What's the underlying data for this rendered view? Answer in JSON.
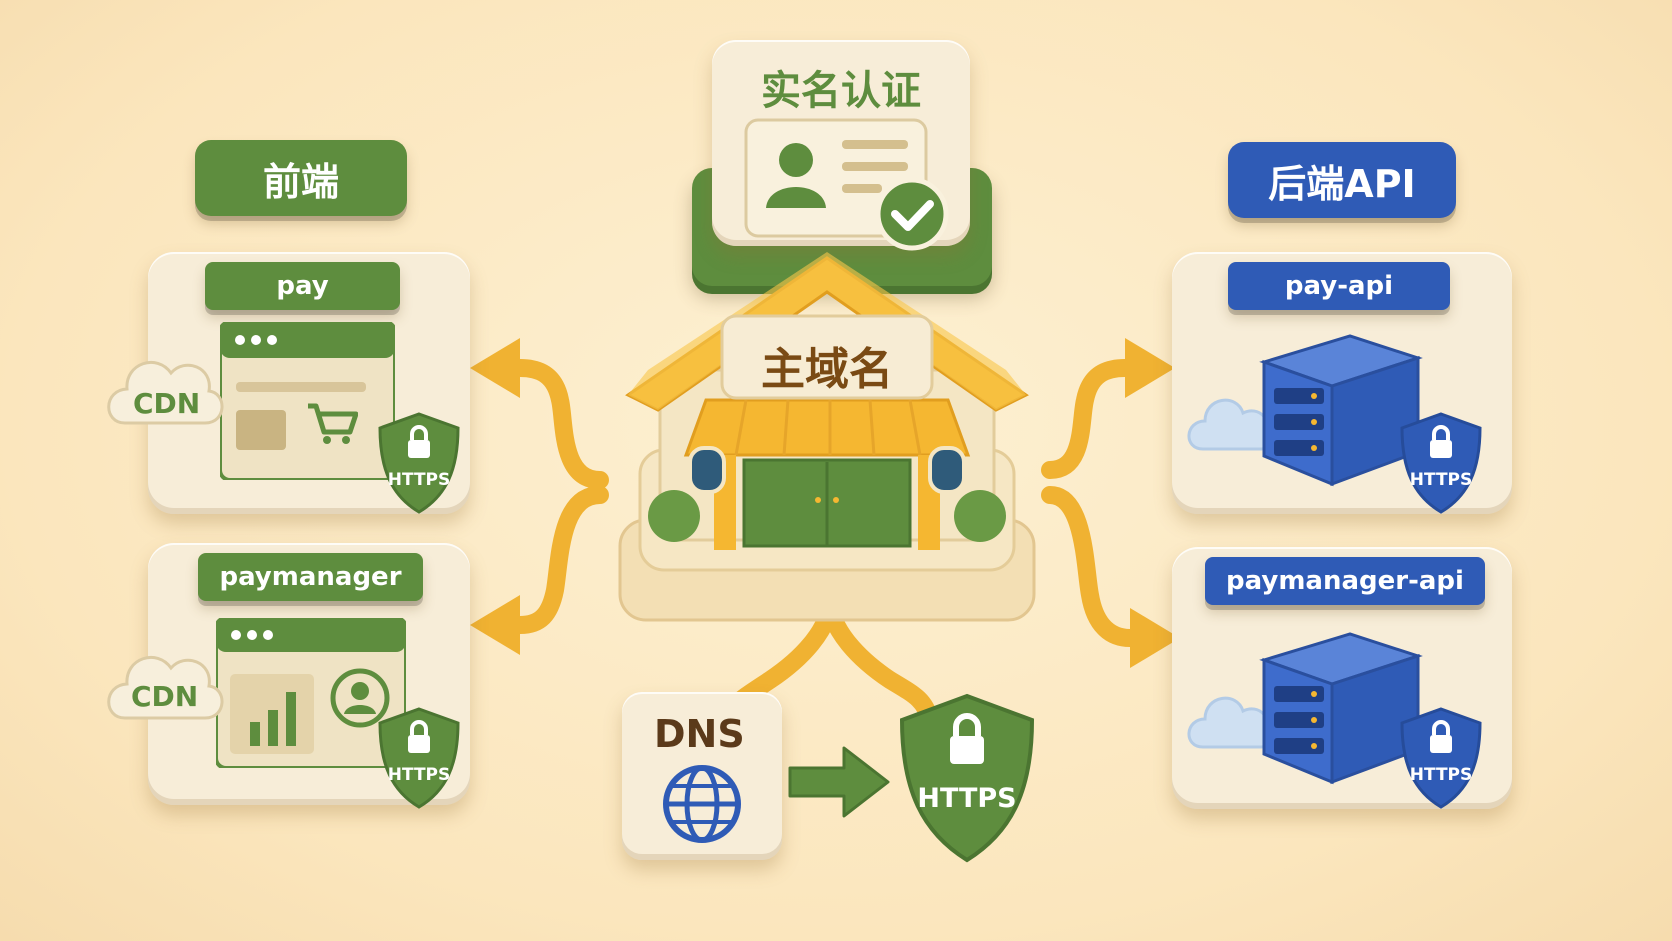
{
  "frontend": {
    "title": "前端",
    "items": [
      {
        "label": "pay",
        "cdn": "CDN",
        "https": "HTTPS"
      },
      {
        "label": "paymanager",
        "cdn": "CDN",
        "https": "HTTPS"
      }
    ]
  },
  "backend": {
    "title": "后端API",
    "items": [
      {
        "label": "pay-api",
        "https": "HTTPS"
      },
      {
        "label": "paymanager-api",
        "https": "HTTPS"
      }
    ]
  },
  "center": {
    "domain": "主域名",
    "verification": "实名认证",
    "dns": "DNS",
    "https": "HTTPS"
  },
  "colors": {
    "green": "#5e8d3e",
    "blue": "#2f5bb6",
    "orange": "#f5b731",
    "cream": "#f7edd8"
  }
}
